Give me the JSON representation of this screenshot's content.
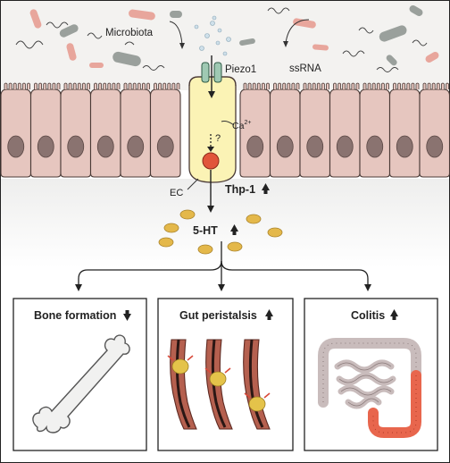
{
  "top_labels": {
    "microbiota": "Microbiota",
    "piezo1": "Piezo1",
    "ssrna": "ssRNA",
    "ca": "Ca",
    "ca_charge": "2+",
    "question": "?",
    "ec": "EC",
    "thp1": "Thp-1",
    "serotonin": "5-HT"
  },
  "panels": [
    {
      "title": "Bone formation",
      "direction": "down"
    },
    {
      "title": "Gut peristalsis",
      "direction": "up"
    },
    {
      "title": "Colitis",
      "direction": "up"
    }
  ],
  "colors": {
    "lumen_bg": "#f4f3f1",
    "cell_fill": "#e6c6bf",
    "cell_stroke": "#4a3a36",
    "nucleus": "#8a7370",
    "ec_fill": "#fbf3b5",
    "thp1_dot": "#e1553a",
    "serotonin": "#e4b84a",
    "panel_border": "#222222",
    "inflamed_colon": "#e8664d",
    "healthy_gut": "#c9bcbc"
  }
}
